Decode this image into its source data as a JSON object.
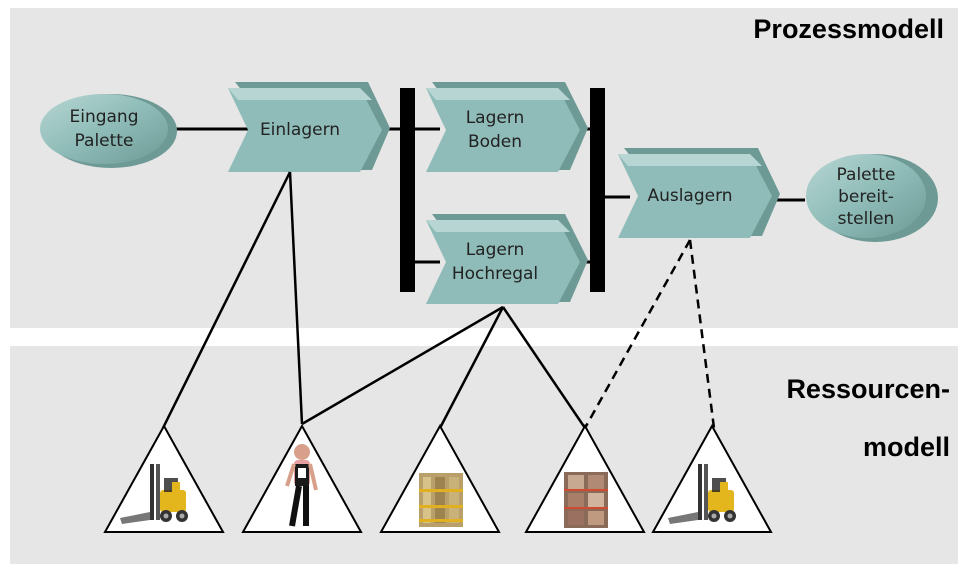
{
  "titles": {
    "process_model": "Prozessmodell",
    "resource_model_line1": "Ressourcen-",
    "resource_model_line2": "modell"
  },
  "nodes": {
    "eingang_palette": "Eingang\nPalette",
    "einlagern": "Einlagern",
    "lagern_boden": "Lagern\nBoden",
    "lagern_hochregal": "Lagern\nHochregal",
    "auslagern": "Auslagern",
    "palette_bereitstellen": "Palette\nbereit-\nstellen"
  },
  "resources": [
    {
      "name": "forklift",
      "icon": "forklift-icon"
    },
    {
      "name": "worker",
      "icon": "worker-icon"
    },
    {
      "name": "shelf-rack",
      "icon": "shelf-rack-icon"
    },
    {
      "name": "pallet-rack",
      "icon": "pallet-rack-icon"
    },
    {
      "name": "forklift",
      "icon": "forklift-icon"
    }
  ],
  "colors": {
    "background_band": "#e6e6e6",
    "shape_fill": "#8fbcb8",
    "shape_shade": "#6e9a96",
    "shape_light": "#b7d6d3",
    "forklift_body": "#e3b61e"
  }
}
